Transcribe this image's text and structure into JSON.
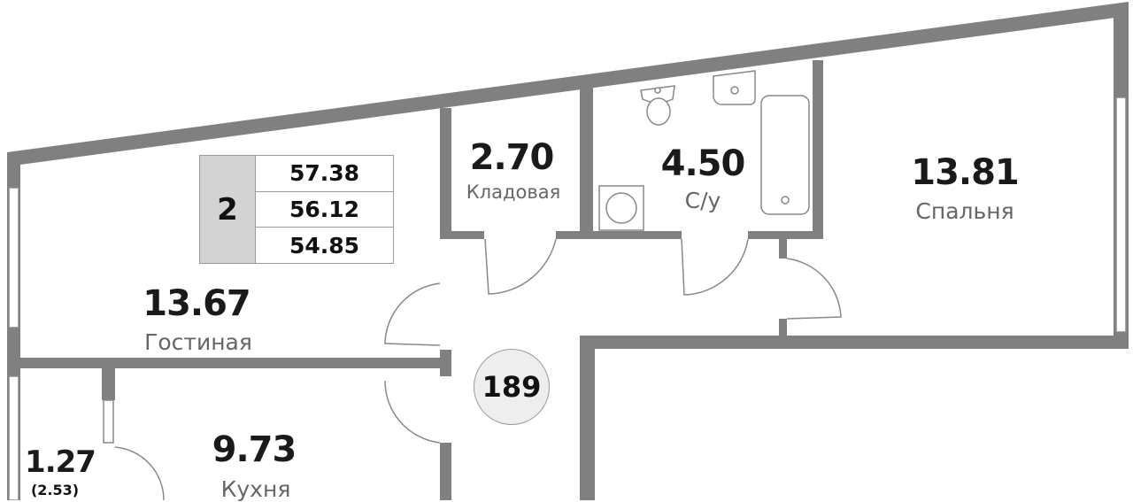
{
  "summary": {
    "rooms": "2",
    "areas": [
      "57.38",
      "56.12",
      "54.85"
    ]
  },
  "apartment_number": "189",
  "rooms": [
    {
      "area": "13.67",
      "name": "Гостиная"
    },
    {
      "area": "2.70",
      "name": "Кладовая"
    },
    {
      "area": "4.50",
      "name": "С/у"
    },
    {
      "area": "13.81",
      "name": "Спальня"
    },
    {
      "area": "9.73",
      "name": "Кухня"
    },
    {
      "area": "1.27",
      "name": "(2.53)"
    }
  ],
  "colors": {
    "wall": "#808080",
    "table_fill": "#d3d3d3",
    "badge_fill": "#eeeeee"
  }
}
